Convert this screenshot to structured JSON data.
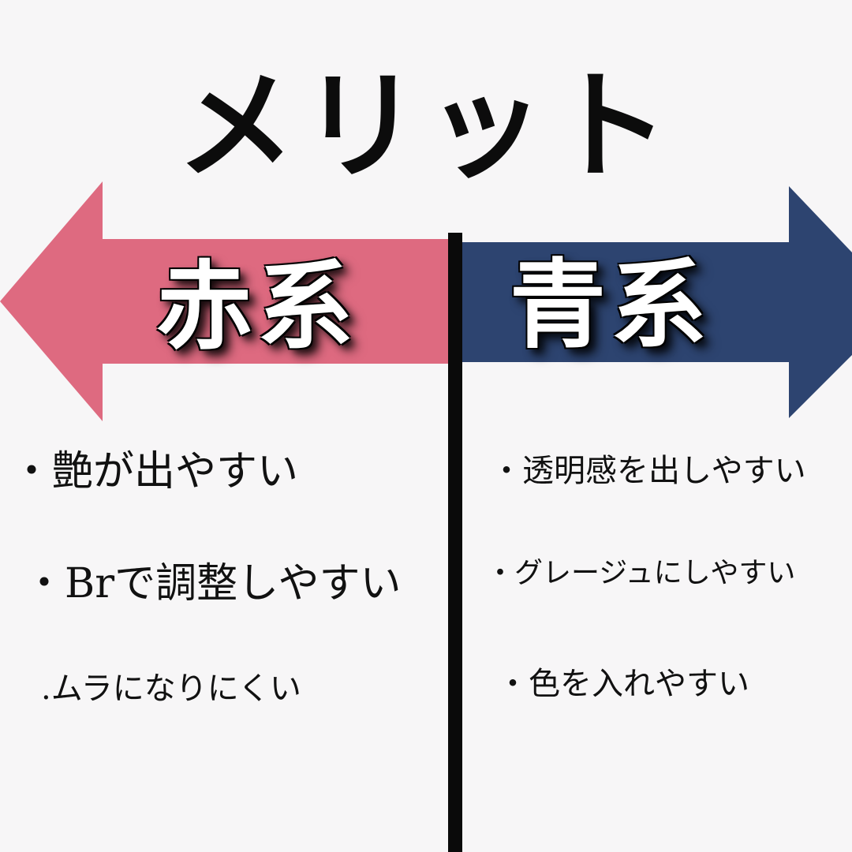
{
  "title": "メリット",
  "left": {
    "label": "赤系",
    "color": "#de6a80",
    "items": [
      "・艶が出やすい",
      "・Brで調整しやすい",
      ".ムラになりにくい"
    ]
  },
  "right": {
    "label": "青系",
    "color": "#2d4470",
    "items": [
      "・透明感を出しやすい",
      "・グレージュにしやすい",
      "・色を入れやすい"
    ]
  }
}
